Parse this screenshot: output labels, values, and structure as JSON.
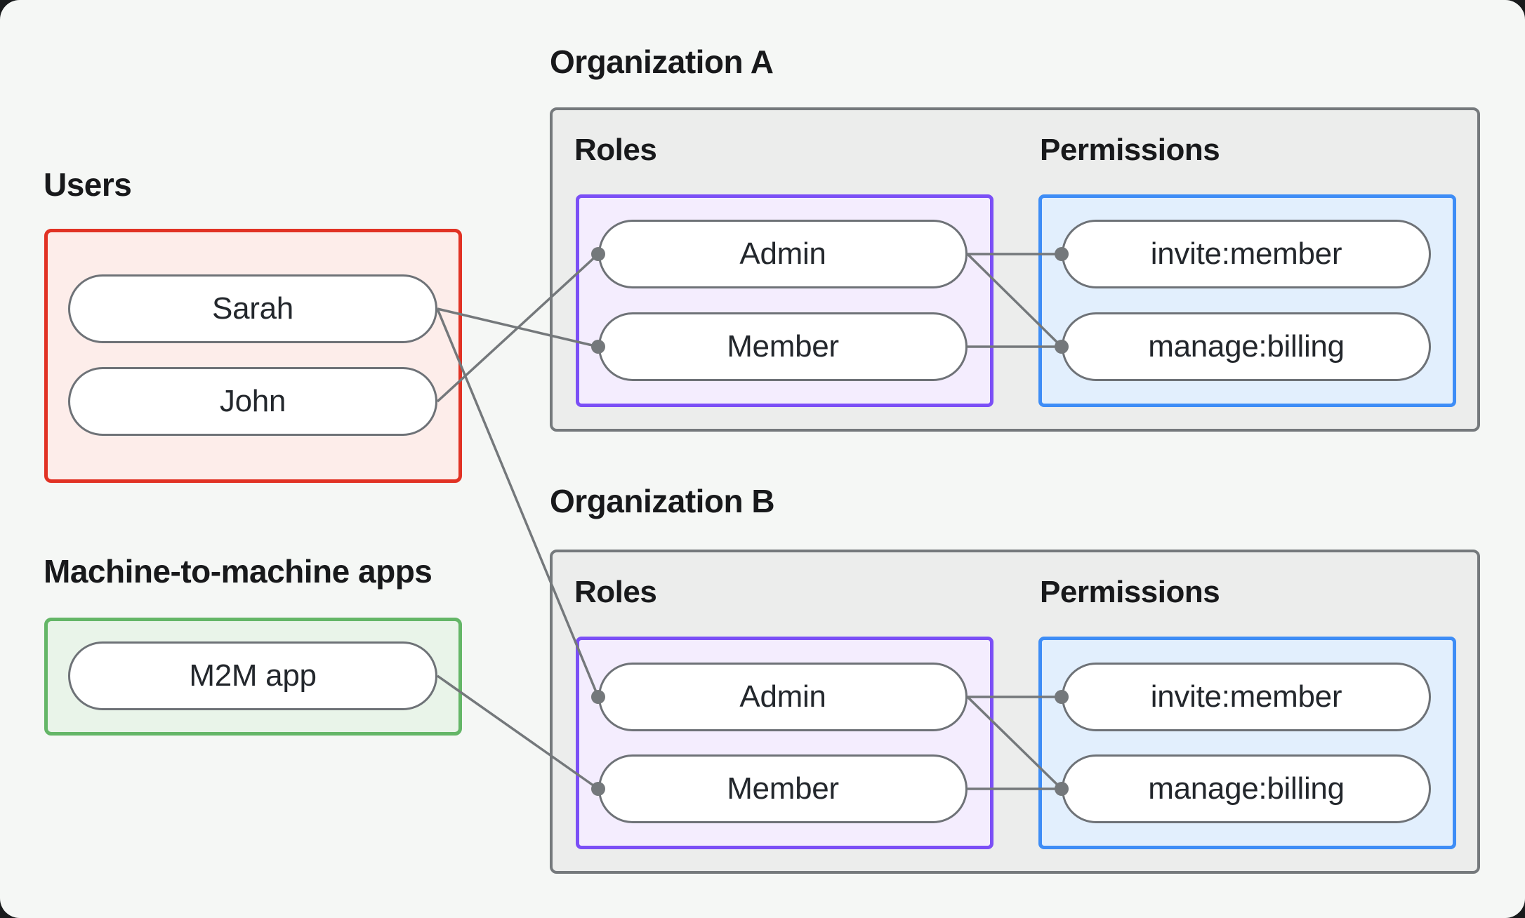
{
  "groups": {
    "users": {
      "label": "Users",
      "items": [
        {
          "id": "sarah",
          "label": "Sarah"
        },
        {
          "id": "john",
          "label": "John"
        }
      ]
    },
    "m2m": {
      "label": "Machine-to-machine apps",
      "items": [
        {
          "id": "m2m_app",
          "label": "M2M app"
        }
      ]
    },
    "org_a": {
      "label": "Organization A",
      "roles_label": "Roles",
      "permissions_label": "Permissions",
      "roles": [
        {
          "id": "org_a.admin",
          "label": "Admin"
        },
        {
          "id": "org_a.member",
          "label": "Member"
        }
      ],
      "permissions": [
        {
          "id": "org_a.invite_member",
          "label": "invite:member"
        },
        {
          "id": "org_a.manage_billing",
          "label": "manage:billing"
        }
      ]
    },
    "org_b": {
      "label": "Organization B",
      "roles_label": "Roles",
      "permissions_label": "Permissions",
      "roles": [
        {
          "id": "org_b.admin",
          "label": "Admin"
        },
        {
          "id": "org_b.member",
          "label": "Member"
        }
      ],
      "permissions": [
        {
          "id": "org_b.invite_member",
          "label": "invite:member"
        },
        {
          "id": "org_b.manage_billing",
          "label": "manage:billing"
        }
      ]
    }
  },
  "edges": [
    {
      "from": "sarah",
      "to": "org_a.member"
    },
    {
      "from": "sarah",
      "to": "org_b.admin"
    },
    {
      "from": "john",
      "to": "org_a.admin"
    },
    {
      "from": "m2m_app",
      "to": "org_b.member"
    },
    {
      "from": "org_a.admin",
      "to": "org_a.invite_member"
    },
    {
      "from": "org_a.admin",
      "to": "org_a.manage_billing"
    },
    {
      "from": "org_a.member",
      "to": "org_a.manage_billing"
    },
    {
      "from": "org_b.admin",
      "to": "org_b.invite_member"
    },
    {
      "from": "org_b.admin",
      "to": "org_b.manage_billing"
    },
    {
      "from": "org_b.member",
      "to": "org_b.manage_billing"
    }
  ],
  "colors": {
    "page_bg": "#f5f7f5",
    "org_box_bg": "#ecedec",
    "org_box_border": "#75797c",
    "users_border": "#e13224",
    "users_bg": "#fdedea",
    "m2m_border": "#64b667",
    "m2m_bg": "#e9f4e9",
    "roles_border": "#7b4ff6",
    "roles_bg": "#f4edfe",
    "permissions_border": "#3e8df6",
    "permissions_bg": "#e2effd",
    "edge": "#74787b",
    "pill_border": "#6e7277",
    "text": "#18191b"
  }
}
